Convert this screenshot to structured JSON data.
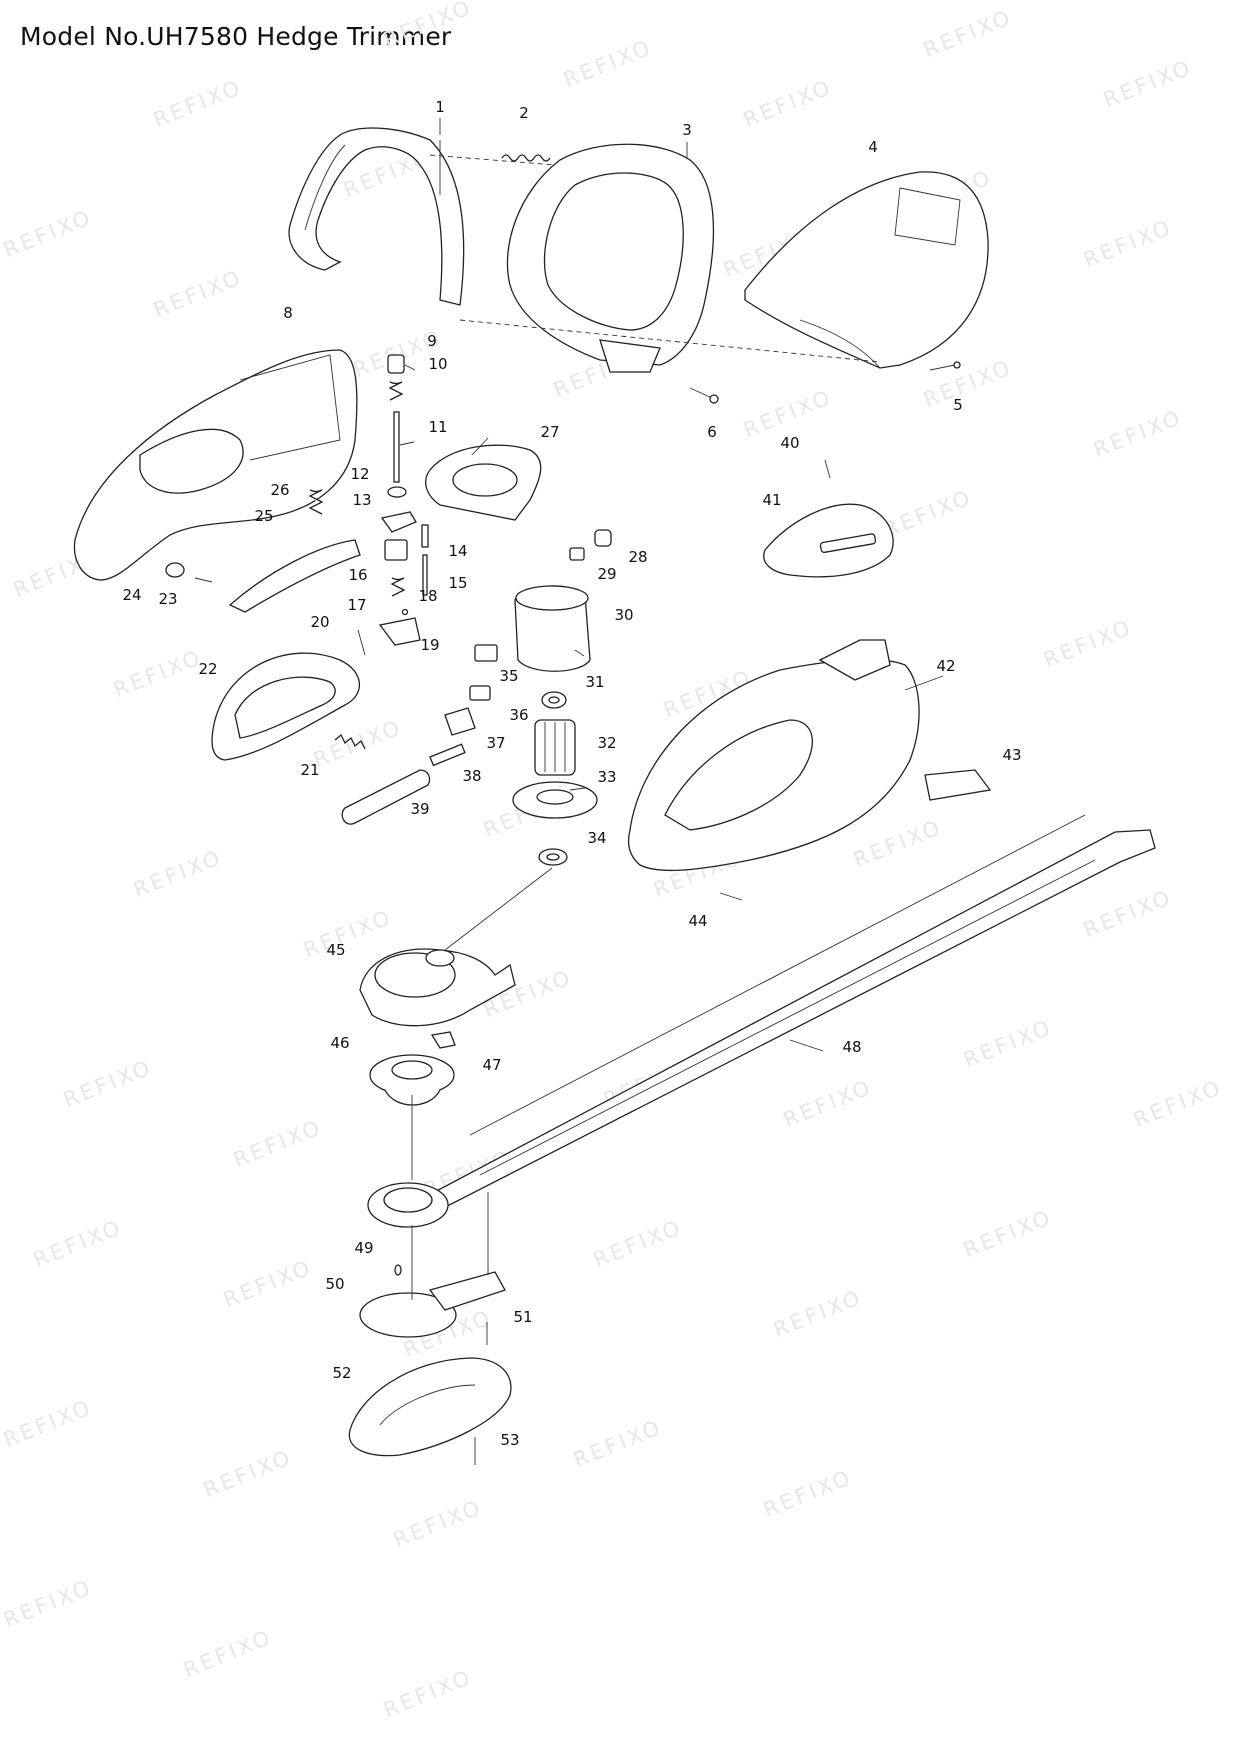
{
  "title": "Model No.UH7580 Hedge Trimmer",
  "watermark": "REFIXO",
  "part_labels": [
    "1",
    "2",
    "3",
    "4",
    "5",
    "6",
    "8",
    "9",
    "10",
    "11",
    "12",
    "13",
    "14",
    "15",
    "16",
    "17",
    "18",
    "19",
    "20",
    "21",
    "22",
    "23",
    "24",
    "25",
    "26",
    "27",
    "28",
    "29",
    "30",
    "31",
    "32",
    "33",
    "34",
    "35",
    "36",
    "37",
    "38",
    "39",
    "40",
    "41",
    "42",
    "43",
    "44",
    "45",
    "46",
    "47",
    "48",
    "49",
    "50",
    "51",
    "52",
    "53"
  ]
}
